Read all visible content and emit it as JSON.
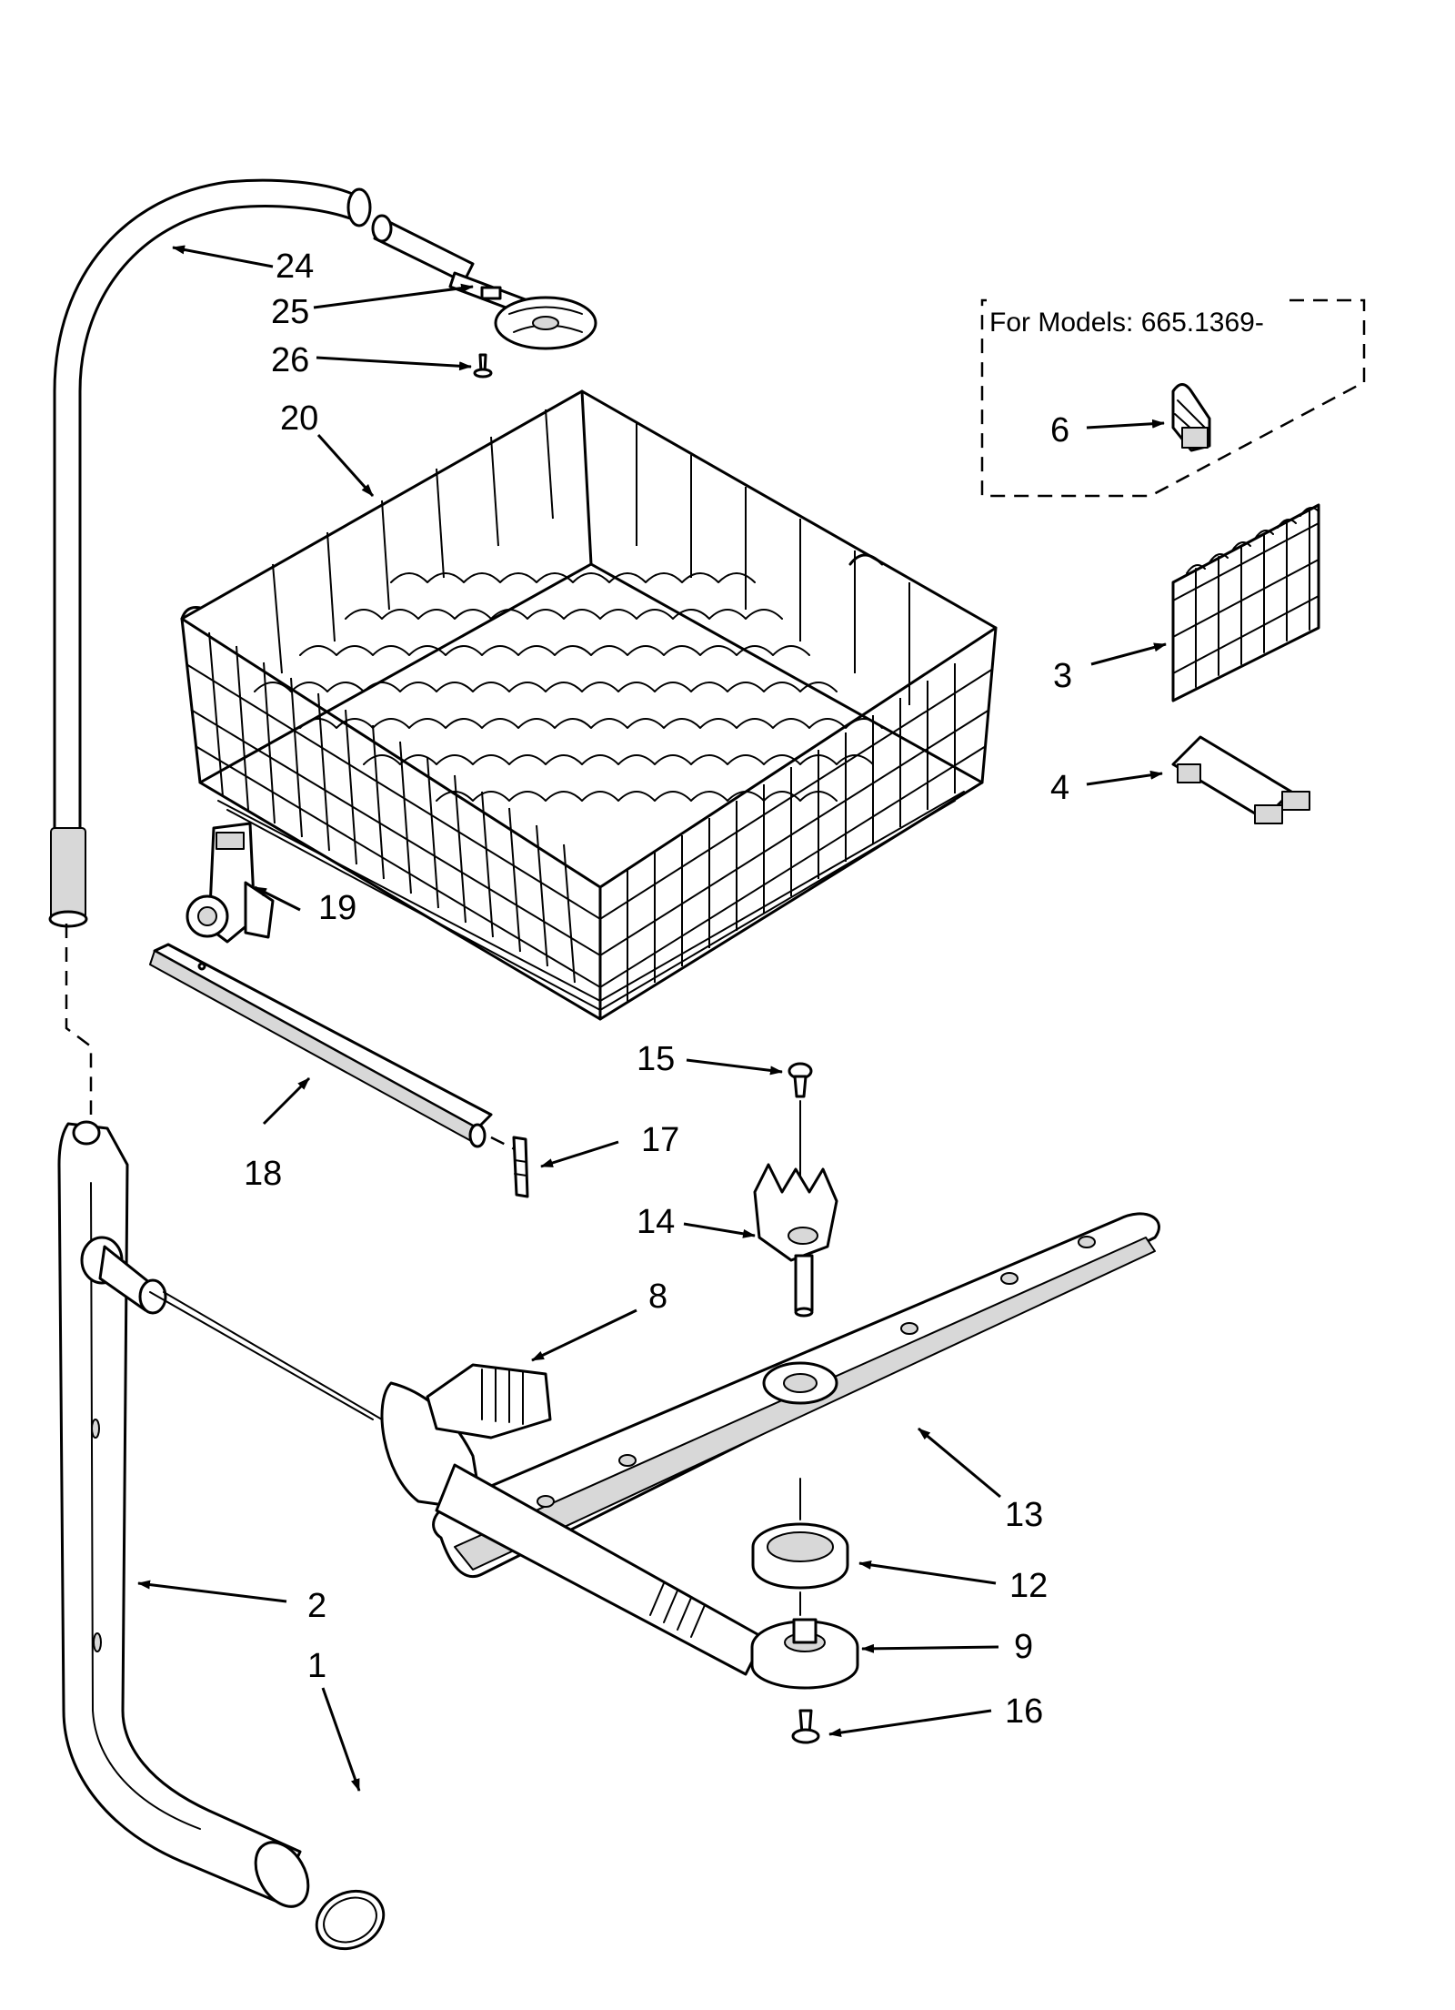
{
  "box_label": "For Models: 665.1369-",
  "callouts": {
    "p1": "1",
    "p2": "2",
    "p3": "3",
    "p4": "4",
    "p6": "6",
    "p8": "8",
    "p9": "9",
    "p12": "12",
    "p13": "13",
    "p14": "14",
    "p15": "15",
    "p16": "16",
    "p17": "17",
    "p18": "18",
    "p19": "19",
    "p20": "20",
    "p24": "24",
    "p25": "25",
    "p26": "26"
  }
}
